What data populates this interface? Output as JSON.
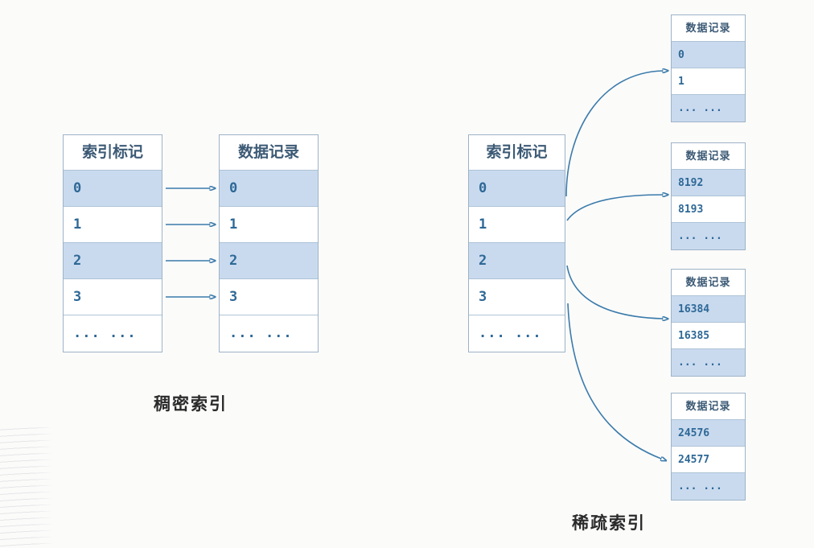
{
  "colors": {
    "background": "#fbfbfa",
    "row_highlight": "#c9daef",
    "row_plain": "#ffffff",
    "table_border": "#9db3c7",
    "number_text": "#2e6896",
    "header_text": "#3c5a75",
    "arrow": "#3b7bab",
    "caption_text": "#2a2a2a"
  },
  "dense_index": {
    "caption": "稠密索引",
    "index_table": {
      "header": "索引标记",
      "rows": [
        {
          "text": "0",
          "highlighted": true
        },
        {
          "text": "1",
          "highlighted": false
        },
        {
          "text": "2",
          "highlighted": true
        },
        {
          "text": "3",
          "highlighted": false
        },
        {
          "text": "... ...",
          "highlighted": false
        }
      ]
    },
    "data_table": {
      "header": "数据记录",
      "rows": [
        {
          "text": "0",
          "highlighted": true
        },
        {
          "text": "1",
          "highlighted": false
        },
        {
          "text": "2",
          "highlighted": true
        },
        {
          "text": "3",
          "highlighted": false
        },
        {
          "text": "... ...",
          "highlighted": false
        }
      ]
    }
  },
  "sparse_index": {
    "caption": "稀疏索引",
    "index_table": {
      "header": "索引标记",
      "rows": [
        {
          "text": "0",
          "highlighted": true
        },
        {
          "text": "1",
          "highlighted": false
        },
        {
          "text": "2",
          "highlighted": true
        },
        {
          "text": "3",
          "highlighted": false
        },
        {
          "text": "... ...",
          "highlighted": false
        }
      ]
    },
    "data_blocks": [
      {
        "header": "数据记录",
        "rows": [
          {
            "text": "0",
            "highlighted": true
          },
          {
            "text": "1",
            "highlighted": false
          },
          {
            "text": "... ...",
            "highlighted": true
          }
        ]
      },
      {
        "header": "数据记录",
        "rows": [
          {
            "text": "8192",
            "highlighted": true
          },
          {
            "text": "8193",
            "highlighted": false
          },
          {
            "text": "... ...",
            "highlighted": true
          }
        ]
      },
      {
        "header": "数据记录",
        "rows": [
          {
            "text": "16384",
            "highlighted": true
          },
          {
            "text": "16385",
            "highlighted": false
          },
          {
            "text": "... ...",
            "highlighted": true
          }
        ]
      },
      {
        "header": "数据记录",
        "rows": [
          {
            "text": "24576",
            "highlighted": true
          },
          {
            "text": "24577",
            "highlighted": false
          },
          {
            "text": "... ...",
            "highlighted": true
          }
        ]
      }
    ]
  }
}
